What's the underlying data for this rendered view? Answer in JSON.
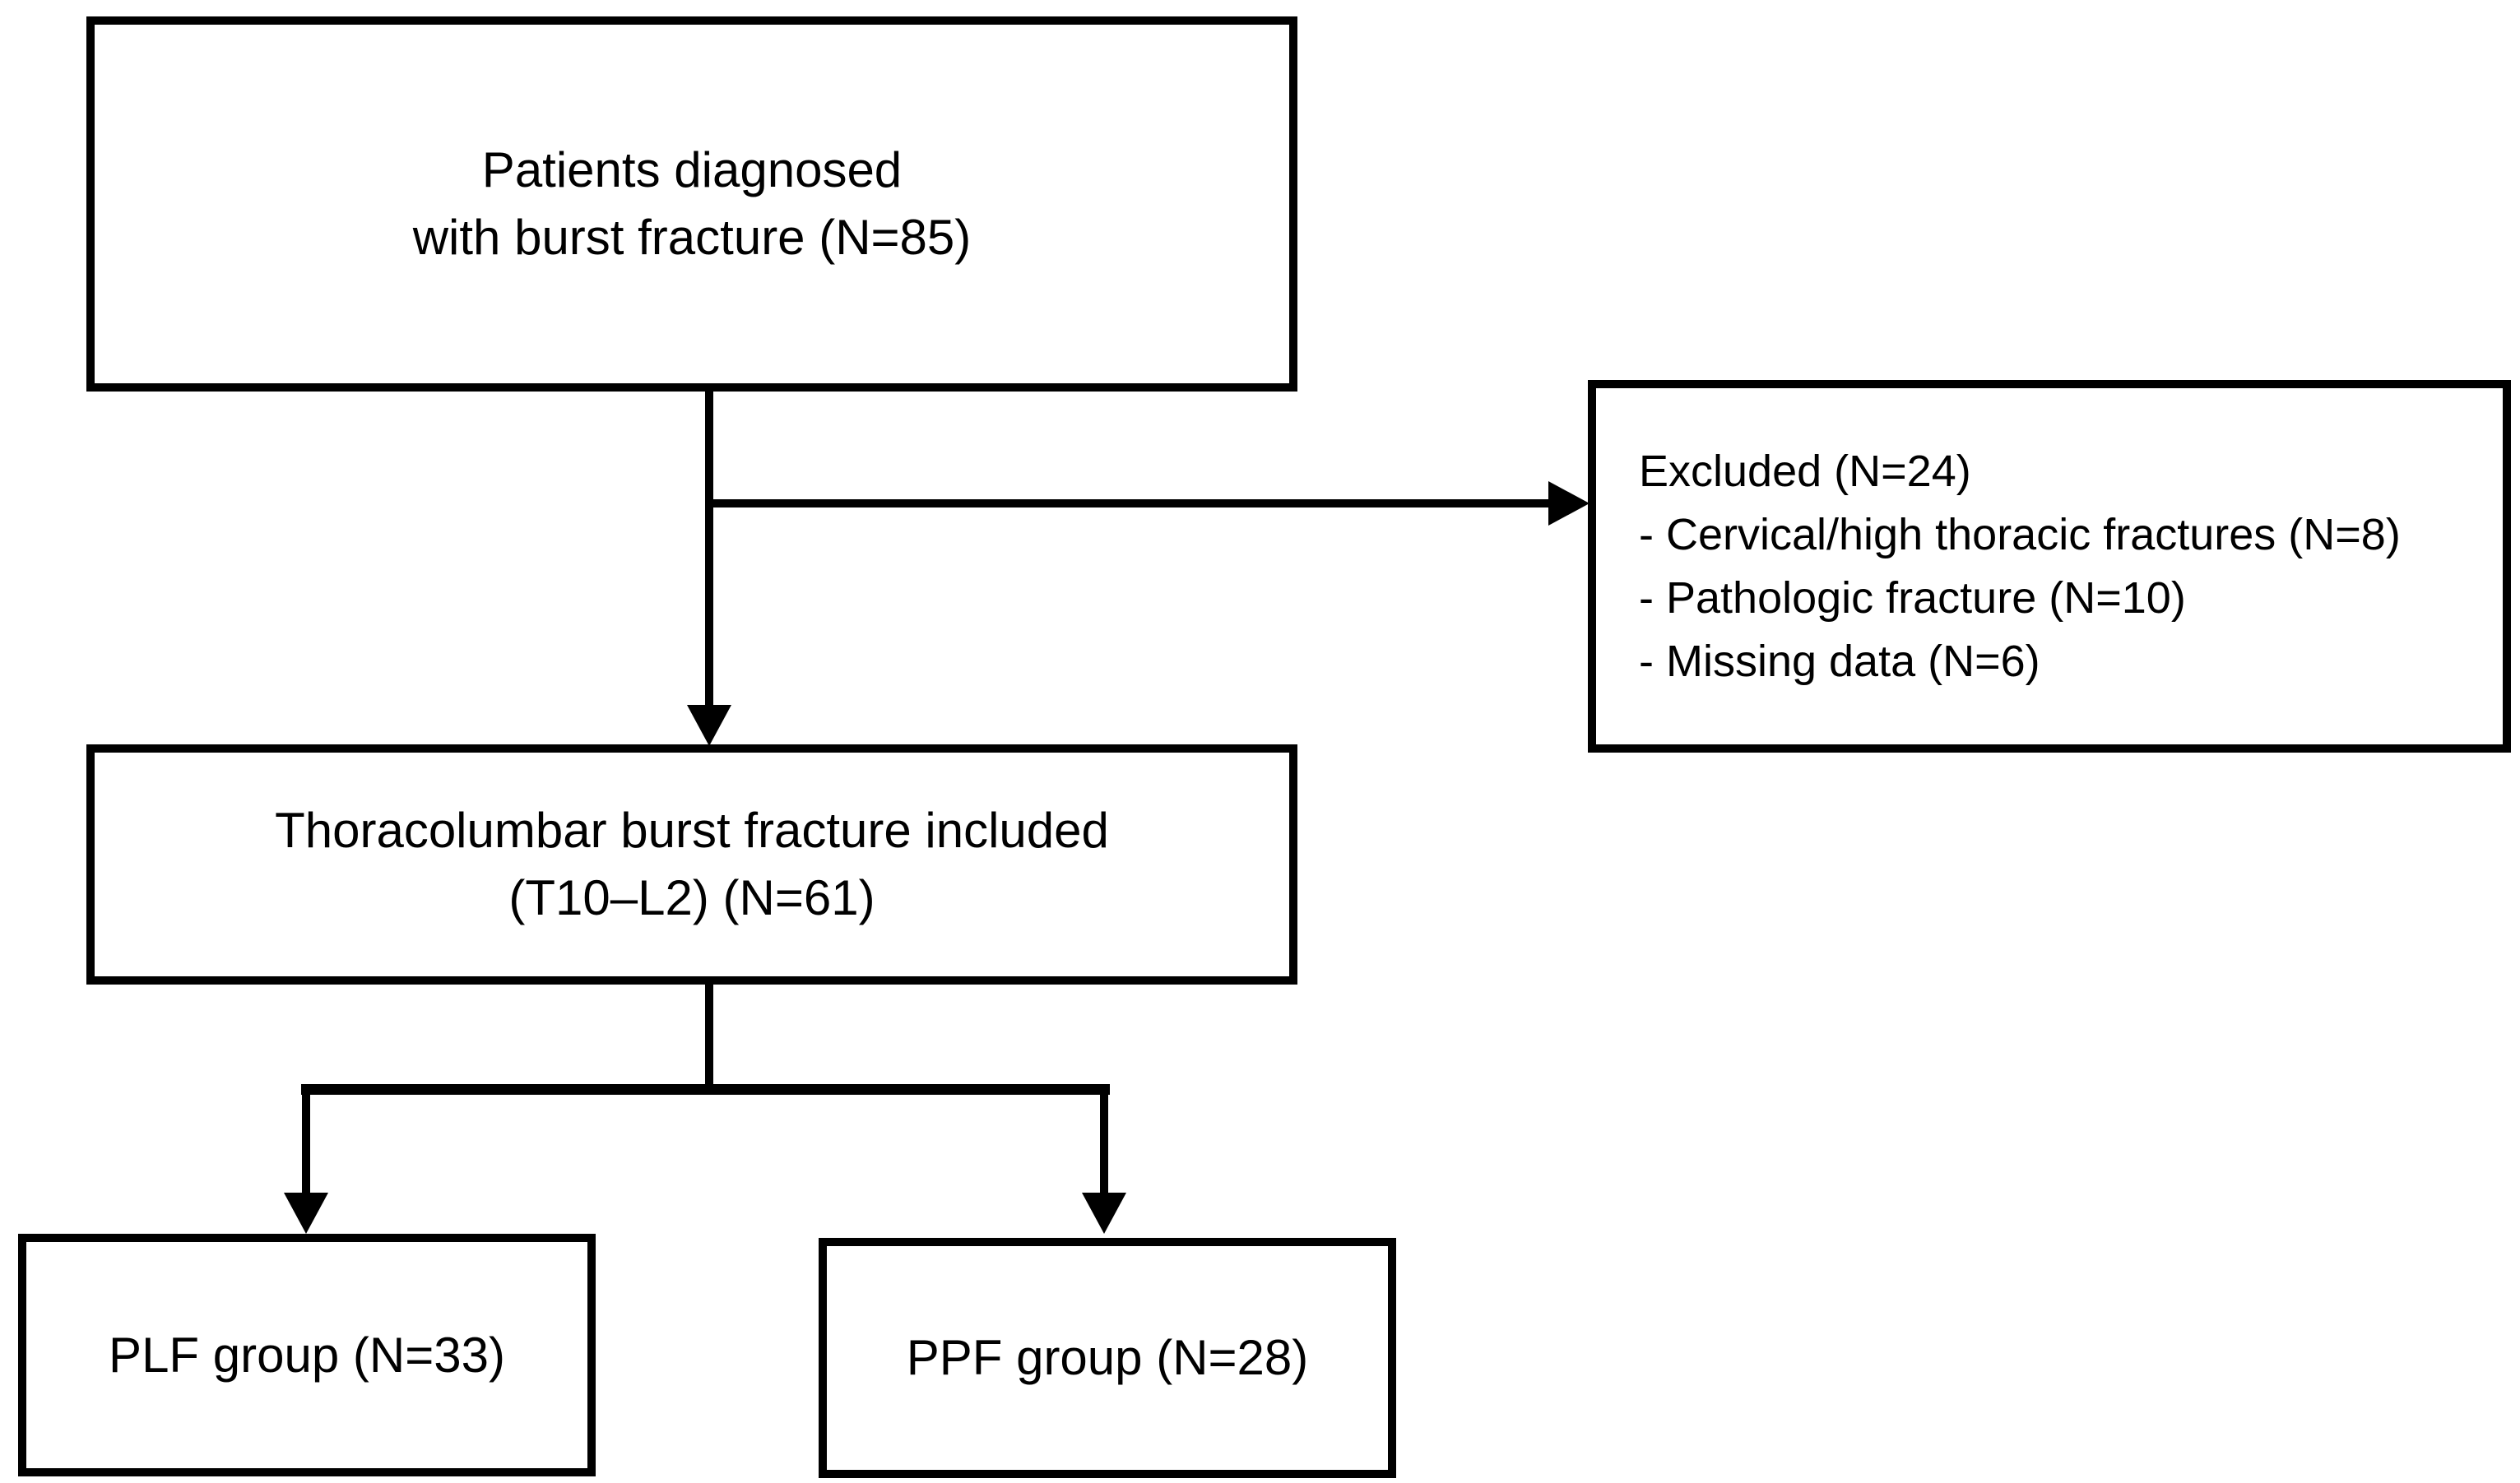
{
  "diagram": {
    "boxes": {
      "patients": {
        "line1": "Patients diagnosed",
        "line2": "with burst fracture (N=85)"
      },
      "excluded": {
        "title": "Excluded (N=24)",
        "item1": "- Cervical/high thoracic fractures (N=8)",
        "item2": "- Pathologic fracture (N=10)",
        "item3": "- Missing data (N=6)"
      },
      "included": {
        "line1": "Thoracolumbar burst fracture included",
        "line2": "(T10–L2) (N=61)"
      },
      "plf": {
        "label": "PLF group (N=33)"
      },
      "ppf": {
        "label": "PPF group (N=28)"
      }
    },
    "colors": {
      "box_border": "#000000",
      "box_fill": "#ffffff",
      "line": "#000000",
      "text": "#000000",
      "background": "#ffffff"
    }
  }
}
